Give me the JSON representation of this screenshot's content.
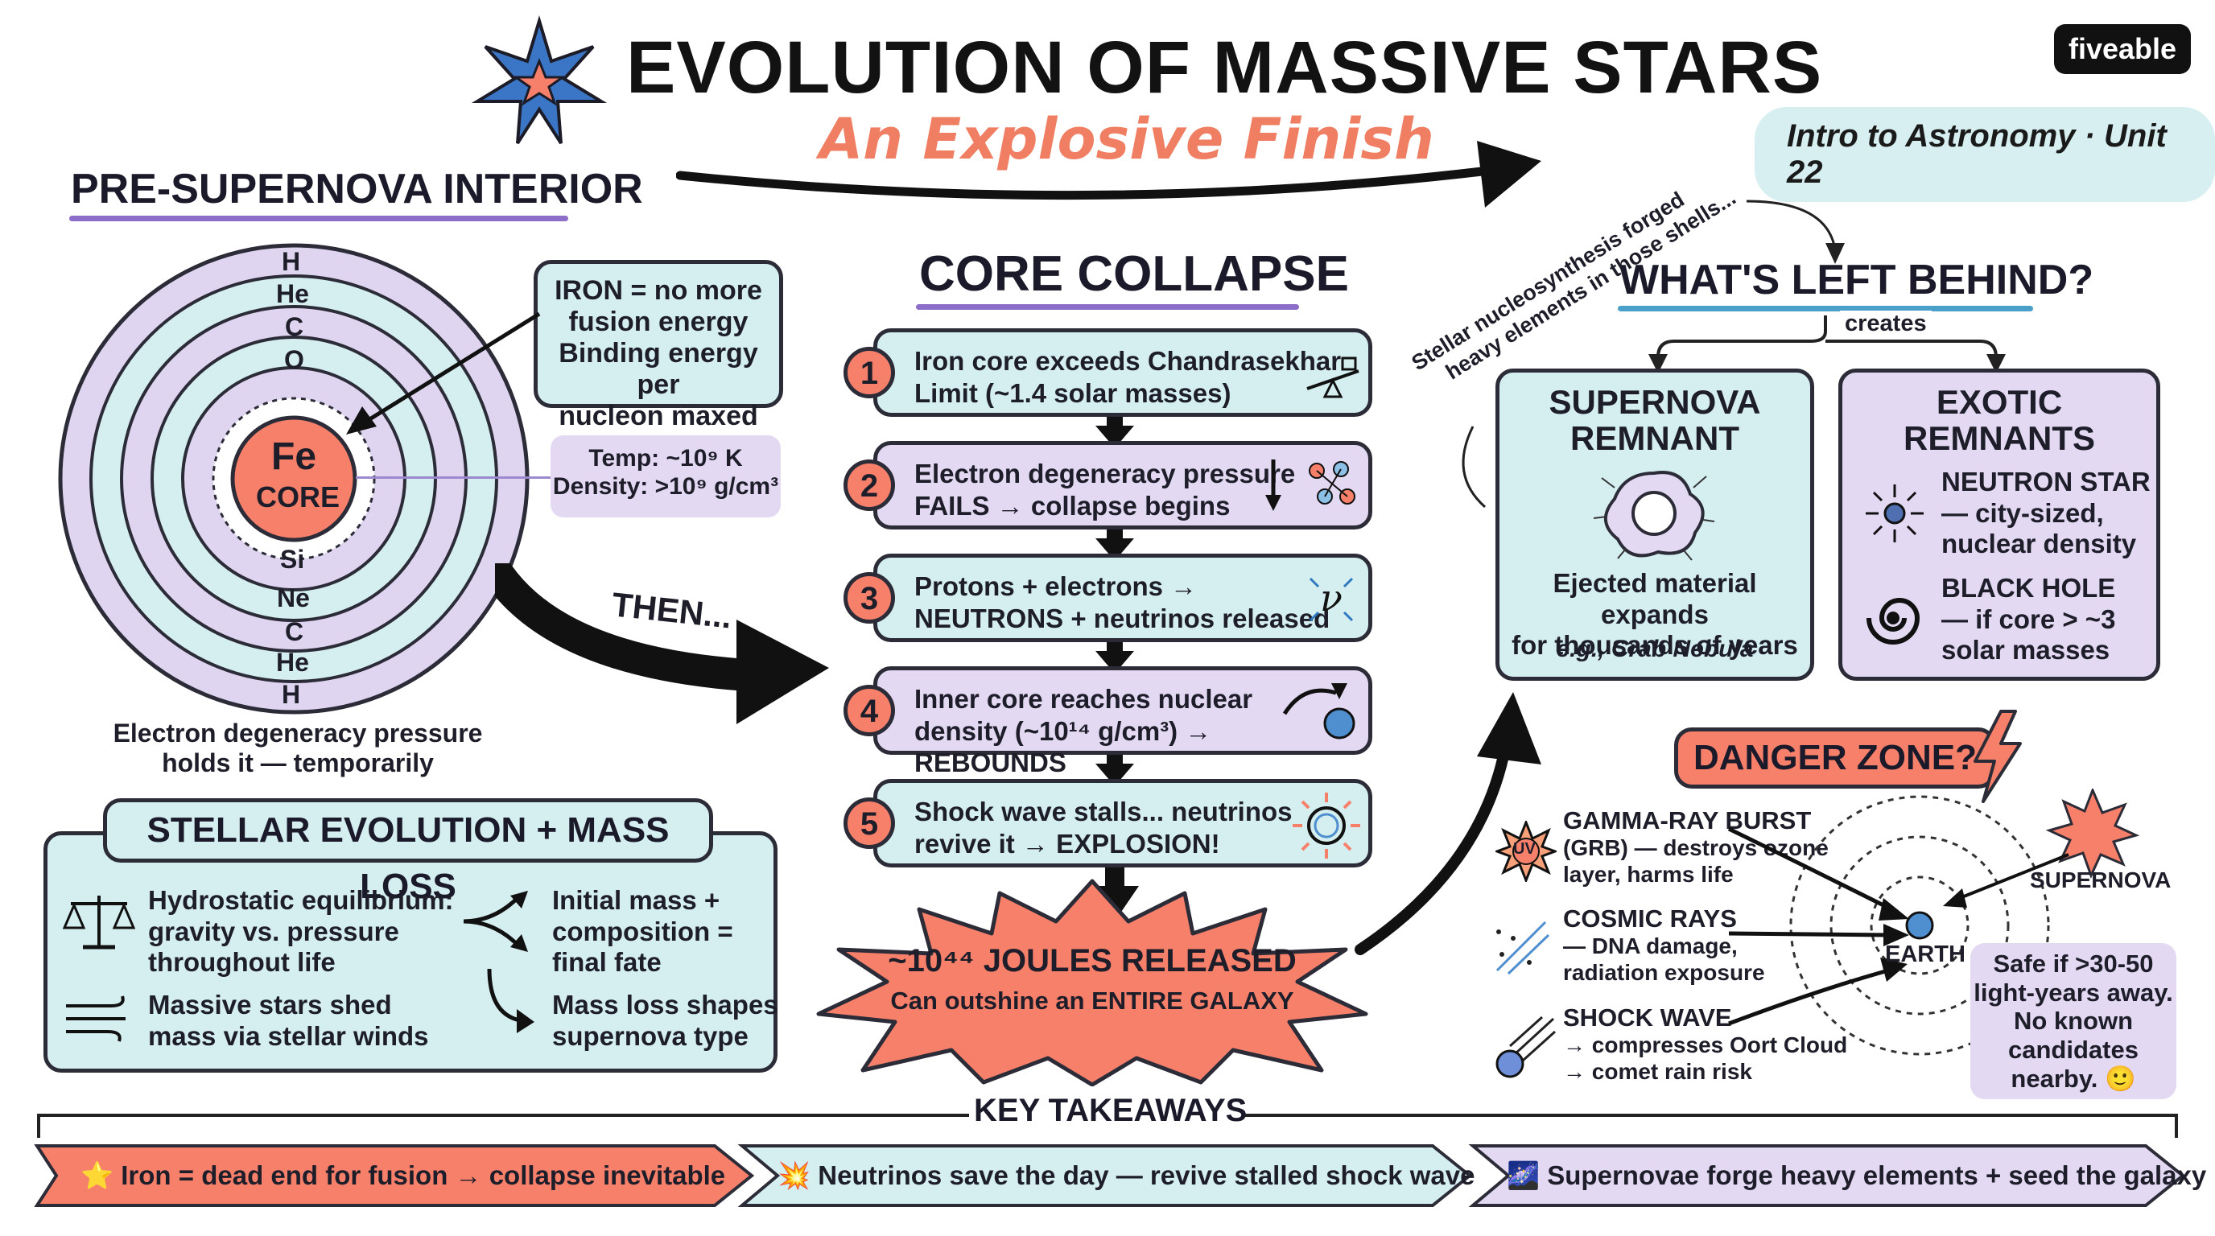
{
  "header": {
    "title": "EVOLUTION OF MASSIVE STARS",
    "subtitle": "An Explosive Finish",
    "logo": "fiveable",
    "course": "Intro to Astronomy · Unit 22"
  },
  "interior": {
    "heading": "PRE-SUPERNOVA INTERIOR",
    "layers_top": [
      "H",
      "He",
      "C",
      "O"
    ],
    "layers_bottom": [
      "Si",
      "Ne",
      "C",
      "He",
      "H"
    ],
    "core_symbol": "Fe",
    "core_label": "CORE",
    "caption_line1": "Electron degeneracy pressure",
    "caption_line2": "holds it — temporarily",
    "iron_note": [
      "IRON = no more",
      "fusion energy",
      "Binding energy per",
      "nucleon maxed out"
    ],
    "temp_note": "Temp: ~10⁹ K",
    "density_note": "Density: >10⁹ g/cm³",
    "then_label": "THEN..."
  },
  "mass_loss": {
    "heading": "STELLAR EVOLUTION + MASS LOSS",
    "items": [
      {
        "icon": "scale-icon",
        "lines": [
          "Hydrostatic equilibrium:",
          "gravity vs. pressure",
          "throughout life"
        ]
      },
      {
        "icon": "fork-arrow-icon",
        "lines": [
          "Initial mass +",
          "composition =",
          "final fate"
        ]
      },
      {
        "icon": "wind-icon",
        "lines": [
          "Massive stars shed",
          "mass via stellar winds"
        ]
      },
      {
        "icon": "curved-arrow-icon",
        "lines": [
          "Mass loss shapes",
          "supernova type"
        ]
      }
    ]
  },
  "collapse": {
    "heading": "CORE COLLAPSE",
    "steps": [
      {
        "num": "1",
        "line1": "Iron core exceeds Chandrasekhar",
        "line2": "Limit (~1.4 solar masses)",
        "icon": "balance-icon"
      },
      {
        "num": "2",
        "line1": "Electron degeneracy pressure",
        "line2": "FAILS → collapse begins",
        "icon": "particles-icon"
      },
      {
        "num": "3",
        "line1": "Protons + electrons →",
        "line2": "NEUTRONS + neutrinos released",
        "icon": "neutrino-icon"
      },
      {
        "num": "4",
        "line1": "Inner core reaches nuclear",
        "line2": "density (~10¹⁴ g/cm³) → REBOUNDS",
        "icon": "rebound-icon"
      },
      {
        "num": "5",
        "line1": "Shock wave stalls... neutrinos",
        "line2": "revive it → EXPLOSION!",
        "icon": "explosion-icon"
      }
    ],
    "burst_line1": "~10⁴⁴ JOULES RELEASED",
    "burst_line2": "Can outshine an ENTIRE GALAXY"
  },
  "left_behind": {
    "heading": "WHAT'S LEFT BEHIND?",
    "creates": "creates",
    "curve_note_line1": "Stellar nucleosynthesis forged",
    "curve_note_line2": "heavy elements in those shells...",
    "supernova_remnant": {
      "title_line1": "SUPERNOVA",
      "title_line2": "REMNANT",
      "desc_line1": "Ejected material expands",
      "desc_line2": "for thousands of years",
      "example": "e.g., Crab Nebula"
    },
    "exotic": {
      "title_line1": "EXOTIC",
      "title_line2": "REMNANTS",
      "neutron": [
        "NEUTRON STAR",
        "— city-sized,",
        "nuclear density"
      ],
      "blackhole": [
        "BLACK HOLE",
        "— if core > ~3",
        "solar masses"
      ]
    }
  },
  "danger": {
    "heading": "DANGER ZONE?",
    "grb": [
      "GAMMA-RAY BURST",
      "(GRB) — destroys ozone",
      "layer, harms life"
    ],
    "grb_badge": "UV",
    "cosmic": [
      "COSMIC RAYS",
      "— DNA damage,",
      "radiation exposure"
    ],
    "shock": [
      "SHOCK WAVE",
      "→ compresses Oort Cloud",
      "→ comet rain risk"
    ],
    "earth": "EARTH",
    "supernova": "SUPERNOVA",
    "safe": [
      "Safe if >30-50",
      "light-years away.",
      "No known",
      "candidates",
      "nearby. 🙂"
    ]
  },
  "takeaways": {
    "heading": "KEY TAKEAWAYS",
    "items": [
      {
        "icon": "⭐",
        "text": "Iron = dead end for fusion → collapse inevitable",
        "color": "#f7806b"
      },
      {
        "icon": "💥",
        "text": "Neutrinos save the day — revive stalled shock wave",
        "color": "#d5eef0"
      },
      {
        "icon": "🌌",
        "text": "Supernovae forge heavy elements + seed the galaxy",
        "color": "#e3d9f3"
      }
    ]
  },
  "colors": {
    "coral": "#f7806b",
    "teal": "#d5eef0",
    "lavender": "#e3d9f3",
    "ink": "#2c2c38"
  }
}
